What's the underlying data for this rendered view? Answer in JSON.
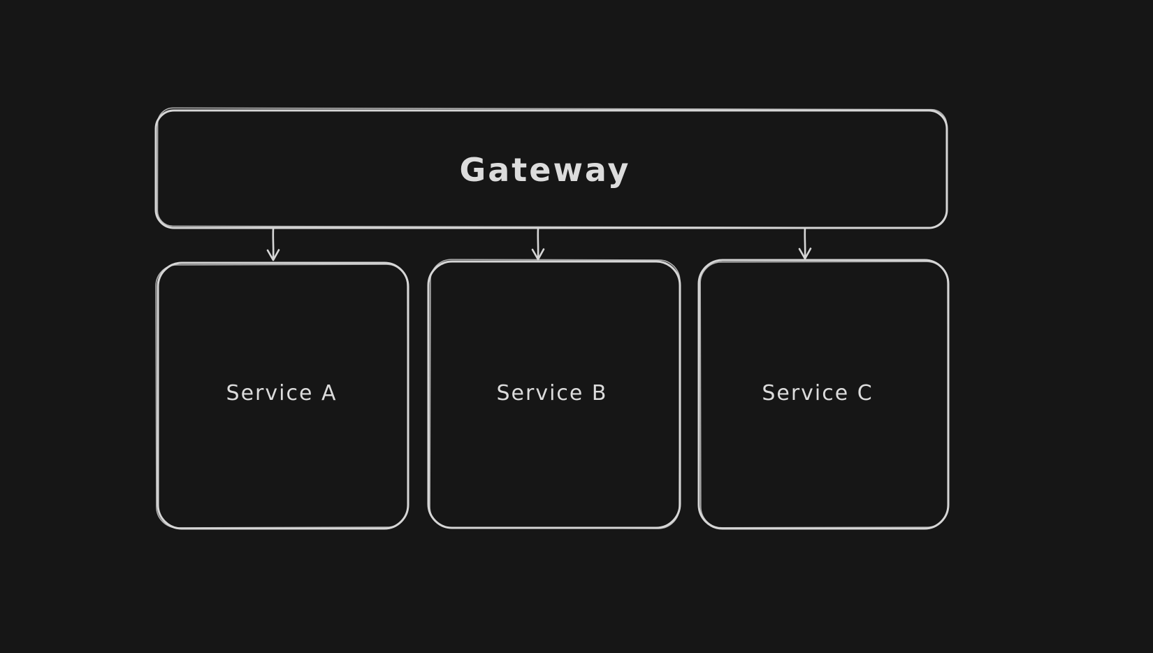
{
  "diagram": {
    "type": "architecture-flowchart",
    "style": "hand-drawn-whiteboard-dark",
    "colors": {
      "background": "#161616",
      "stroke": "#d6d6d6",
      "text": "#dcdcdc"
    },
    "nodes": [
      {
        "id": "gateway",
        "label": "Gateway",
        "shape": "rounded-rectangle"
      },
      {
        "id": "service-a",
        "label": "Service A",
        "shape": "rounded-rectangle"
      },
      {
        "id": "service-b",
        "label": "Service B",
        "shape": "rounded-rectangle"
      },
      {
        "id": "service-c",
        "label": "Service C",
        "shape": "rounded-rectangle"
      }
    ],
    "edges": [
      {
        "from": "gateway",
        "to": "service-a",
        "arrow": "down"
      },
      {
        "from": "gateway",
        "to": "service-b",
        "arrow": "down"
      },
      {
        "from": "gateway",
        "to": "service-c",
        "arrow": "down"
      }
    ]
  }
}
